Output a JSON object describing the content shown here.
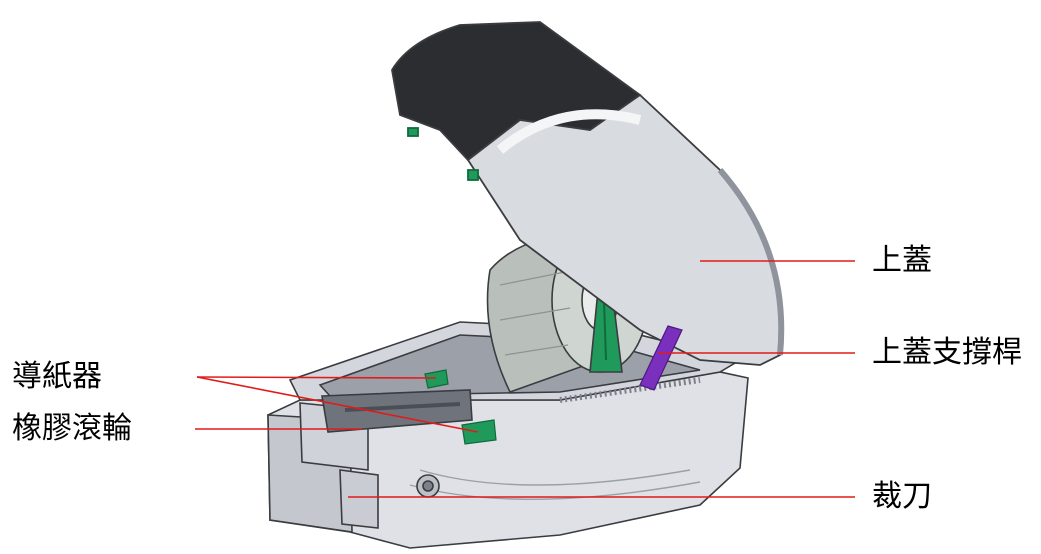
{
  "labels": {
    "top_cover": "上蓋",
    "cover_support": "上蓋支撐桿",
    "paper_guide": "導紙器",
    "platen_roller": "橡膠滾輪",
    "cutter": "裁刀"
  },
  "colors": {
    "leader_line": "#e11b1b",
    "body_light": "#dfe1e6",
    "body_mid": "#c4c7ce",
    "body_dark": "#8e939c",
    "cover_dark": "#2b2d31",
    "label_roll": "#b9c0bc",
    "guide_green": "#1f9a5a",
    "support_purple": "#7b2fbd",
    "outline": "#3a3c40"
  },
  "icons": {
    "printer_illustration": "label-printer-open-cover"
  }
}
